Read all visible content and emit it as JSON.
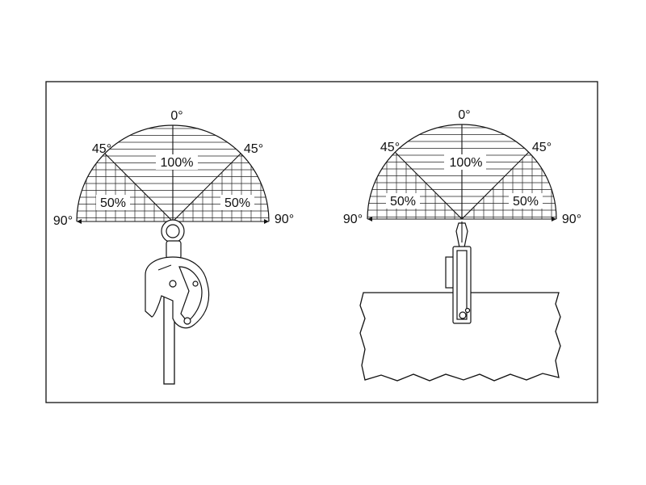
{
  "colors": {
    "line": "#111111",
    "background": "#ffffff"
  },
  "diagrams": [
    {
      "id": "left",
      "labels": {
        "top": "0°",
        "left_45": "45°",
        "right_45": "45°",
        "center": "100%",
        "left_zone": "50%",
        "right_zone": "50%",
        "left_90": "90°",
        "right_90": "90°"
      }
    },
    {
      "id": "right",
      "labels": {
        "top": "0°",
        "left_45": "45°",
        "right_45": "45°",
        "center": "100%",
        "left_zone": "50%",
        "right_zone": "50%",
        "left_90": "90°",
        "right_90": "90°"
      }
    }
  ]
}
